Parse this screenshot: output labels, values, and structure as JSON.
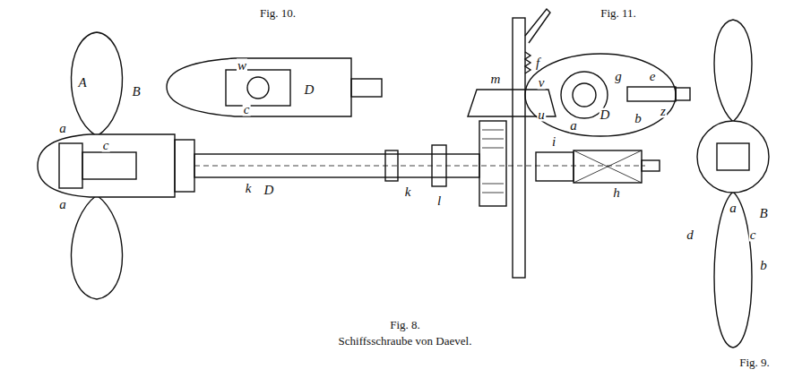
{
  "diagram": {
    "caption": "Schiffsschraube von Daevel.",
    "labels": [
      "Fig. 10.",
      "Fig. 11.",
      "Fig. 8.",
      "Fig. 9.",
      "A",
      "B",
      "a",
      "c",
      "a",
      "k",
      "D",
      "k",
      "l",
      "m",
      "f",
      "i",
      "h",
      "D",
      "w",
      "c",
      "a",
      "g",
      "u",
      "v",
      "b",
      "D",
      "e",
      "z",
      "a",
      "B",
      "d",
      "c",
      "b"
    ]
  }
}
